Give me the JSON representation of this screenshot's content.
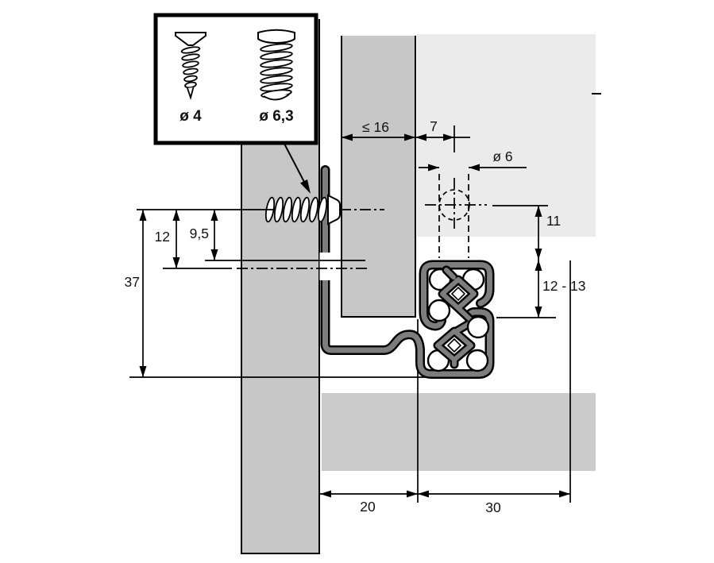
{
  "diagram": {
    "inset": {
      "small_screw_label": "ø 4",
      "large_screw_label": "ø 6,3"
    },
    "dimensions": {
      "side_panel_thickness_max": "≤ 16",
      "hole_offset_from_panel": "7",
      "hole_diameter": "ø 6",
      "hole_center_to_bottom": "11",
      "bottom_clearance": "12 - 13",
      "screw_line_lower": "12",
      "screw_line_upper": "9,5",
      "overall_height": "37",
      "depth_front": "20",
      "depth_back": "30"
    },
    "colors": {
      "paper": "#ffffff",
      "panel": "#c7c7c7",
      "panel-light": "#ebebeb",
      "bar": "#c9c9c9",
      "band": "#cbcbcb",
      "metal": "#7d7d7d",
      "line": "#000000"
    }
  }
}
